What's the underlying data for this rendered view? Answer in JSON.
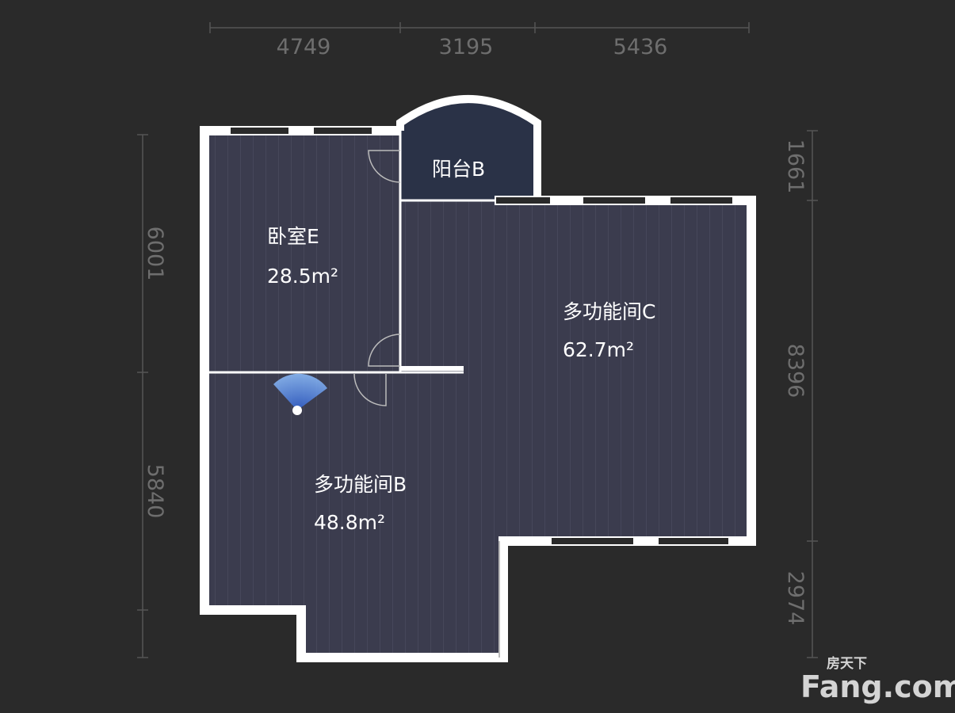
{
  "dimensions": {
    "top": [
      "4749",
      "3195",
      "5436"
    ],
    "left": [
      "6001",
      "5840"
    ],
    "right": [
      "1661",
      "8396",
      "2974"
    ]
  },
  "rooms": [
    {
      "name": "卧室E",
      "area": "28.5m²"
    },
    {
      "name": "阳台B",
      "area": ""
    },
    {
      "name": "多功能间C",
      "area": "62.7m²"
    },
    {
      "name": "多功能间B",
      "area": "48.8m²"
    }
  ],
  "logo": {
    "cn": "房天下",
    "en": "Fang.com"
  },
  "colors": {
    "background": "#2a2a2a",
    "floor": "#3b3c4e",
    "balcony": "#2a3247",
    "wall": "#ffffff",
    "camera": "#6aa8ff"
  }
}
